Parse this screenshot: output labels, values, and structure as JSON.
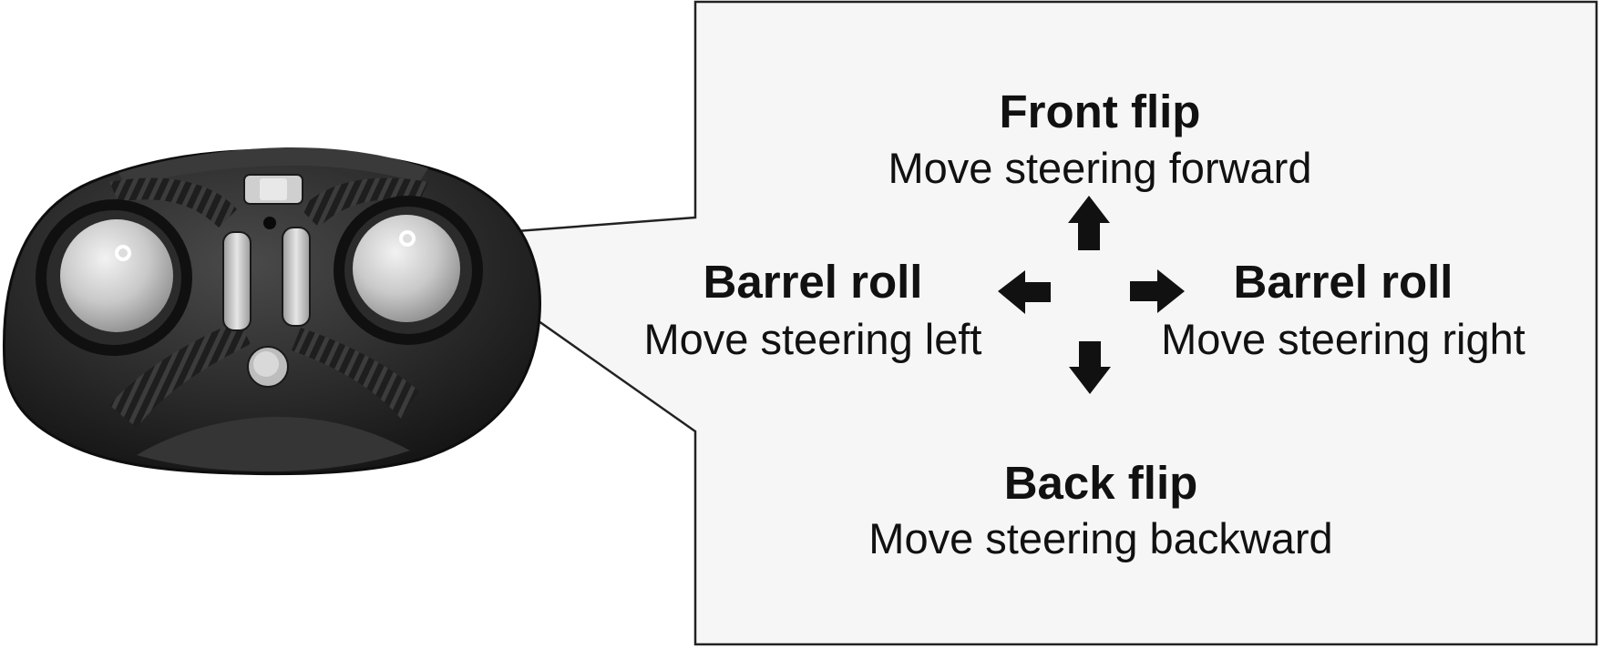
{
  "callout": {
    "front": {
      "title": "Front flip",
      "instruction": "Move steering forward"
    },
    "back": {
      "title": "Back flip",
      "instruction": "Move steering backward"
    },
    "left": {
      "title": "Barrel roll",
      "instruction": "Move steering left"
    },
    "right": {
      "title": "Barrel roll",
      "instruction": "Move steering right"
    }
  },
  "colors": {
    "panel_fill": "#f6f6f6",
    "panel_stroke": "#222222",
    "text": "#111111",
    "controller_body": "#2a2a2a"
  },
  "icons": [
    "arrow-up-icon",
    "arrow-down-icon",
    "arrow-left-icon",
    "arrow-right-icon",
    "remote-controller-image"
  ]
}
